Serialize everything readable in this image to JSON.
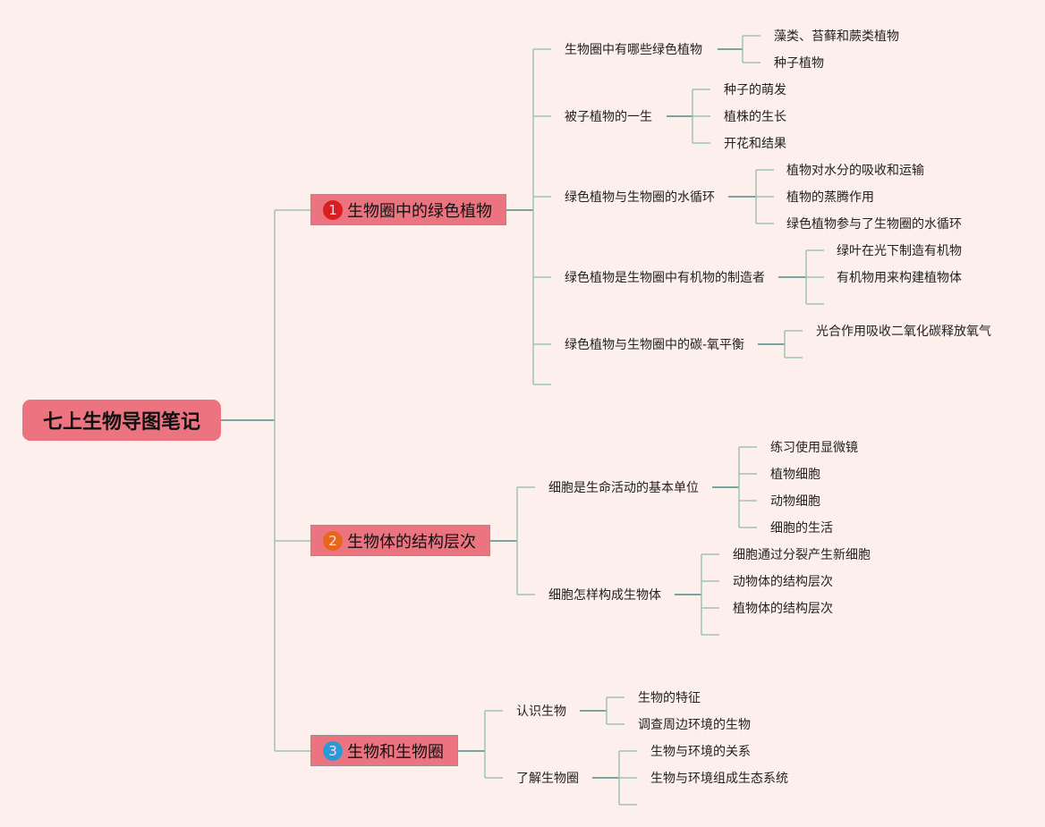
{
  "root": {
    "label": "七上生物导图笔记"
  },
  "colors": {
    "background": "#fdf0ec",
    "node": "#ec7380",
    "line": "#9fc3b8",
    "line_dark": "#4f8a83"
  },
  "branches": [
    {
      "badge": "1",
      "badge_color": "#d81e1e",
      "label": "生物圈中的绿色植物",
      "topics": [
        {
          "label": "生物圈中有哪些绿色植物",
          "leaves": [
            "藻类、苔藓和蕨类植物",
            "种子植物"
          ]
        },
        {
          "label": "被子植物的一生",
          "leaves": [
            "种子的萌发",
            "植株的生长",
            "开花和结果"
          ]
        },
        {
          "label": "绿色植物与生物圈的水循环",
          "leaves": [
            "植物对水分的吸收和运输",
            "植物的蒸腾作用",
            "绿色植物参与了生物圈的水循环"
          ]
        },
        {
          "label": "绿色植物是生物圈中有机物的制造者",
          "leaves": [
            "绿叶在光下制造有机物",
            "有机物用来构建植物体"
          ]
        },
        {
          "label": "绿色植物与生物圈中的碳-氧平衡",
          "leaves": [
            "光合作用吸收二氧化碳释放氧气"
          ]
        }
      ]
    },
    {
      "badge": "2",
      "badge_color": "#e8661a",
      "label": "生物体的结构层次",
      "topics": [
        {
          "label": "细胞是生命活动的基本单位",
          "leaves": [
            "练习使用显微镜",
            "植物细胞",
            "动物细胞",
            "细胞的生活"
          ]
        },
        {
          "label": "细胞怎样构成生物体",
          "leaves": [
            "细胞通过分裂产生新细胞",
            "动物体的结构层次",
            "植物体的结构层次"
          ]
        }
      ]
    },
    {
      "badge": "3",
      "badge_color": "#2a9ad6",
      "label": "生物和生物圈",
      "topics": [
        {
          "label": "认识生物",
          "leaves": [
            "生物的特征",
            "调查周边环境的生物"
          ]
        },
        {
          "label": "了解生物圈",
          "leaves": [
            "生物与环境的关系",
            "生物与环境组成生态系统"
          ]
        }
      ]
    }
  ]
}
